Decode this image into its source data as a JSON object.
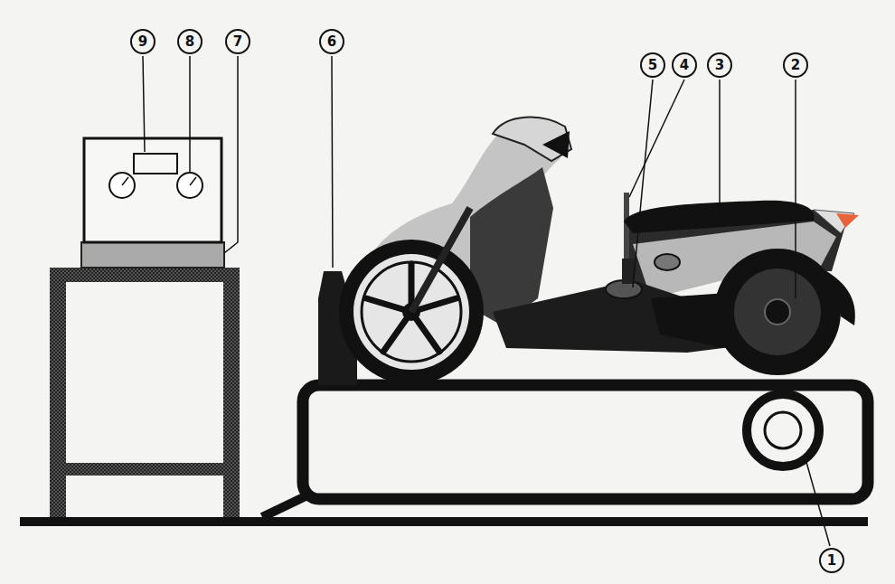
{
  "diagram": {
    "labels": [
      "9",
      "8",
      "7",
      "6",
      "5",
      "4",
      "3",
      "2",
      "1"
    ]
  }
}
